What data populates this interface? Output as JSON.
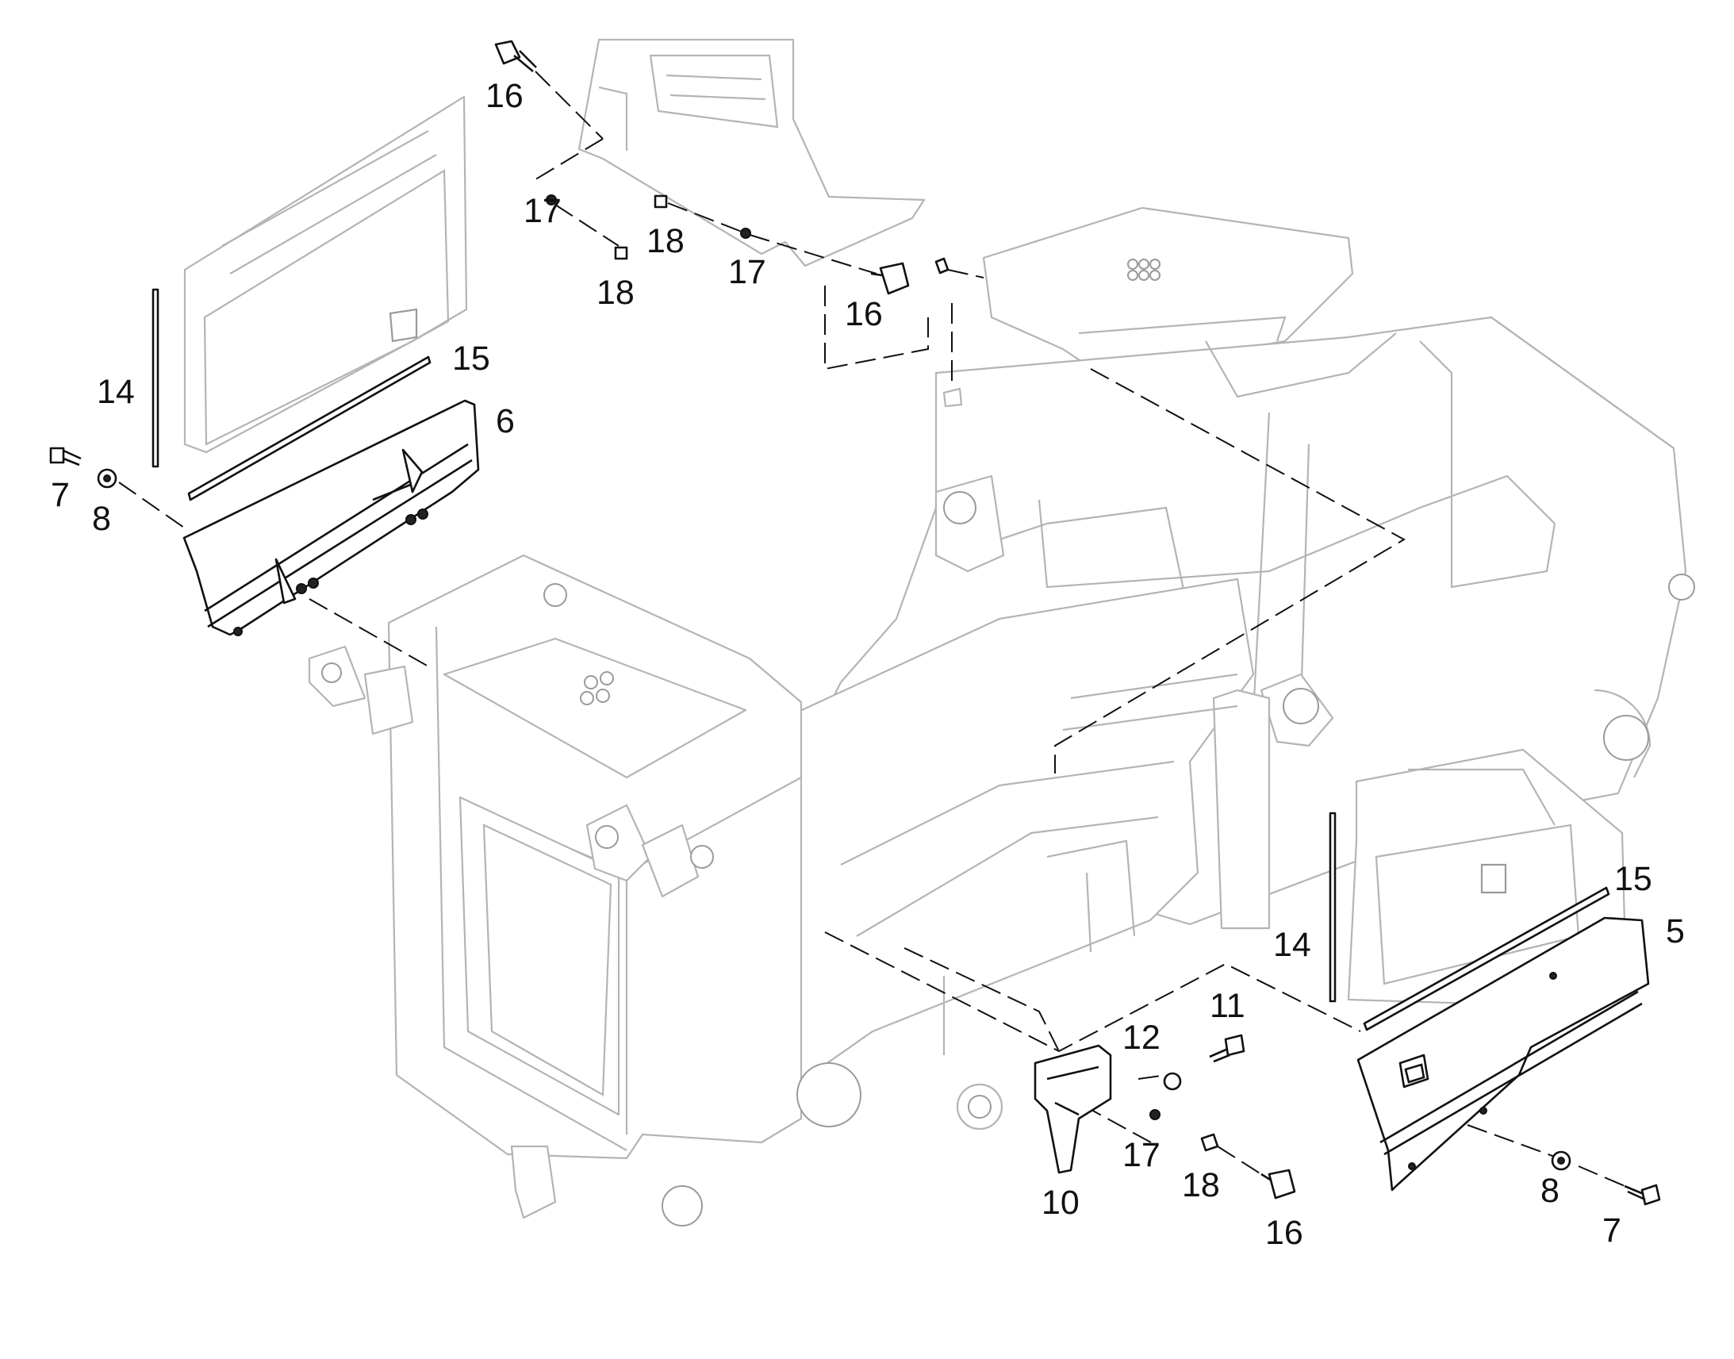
{
  "figure": {
    "callouts": [
      "16",
      "17",
      "18",
      "18",
      "17",
      "16",
      "14",
      "15",
      "6",
      "7",
      "8",
      "15",
      "5",
      "14",
      "11",
      "12",
      "17",
      "18",
      "16",
      "10",
      "8",
      "7"
    ]
  },
  "colors": {
    "ink": "#111111",
    "ghost_outline": "#b4b4b4",
    "background": "#ffffff"
  }
}
